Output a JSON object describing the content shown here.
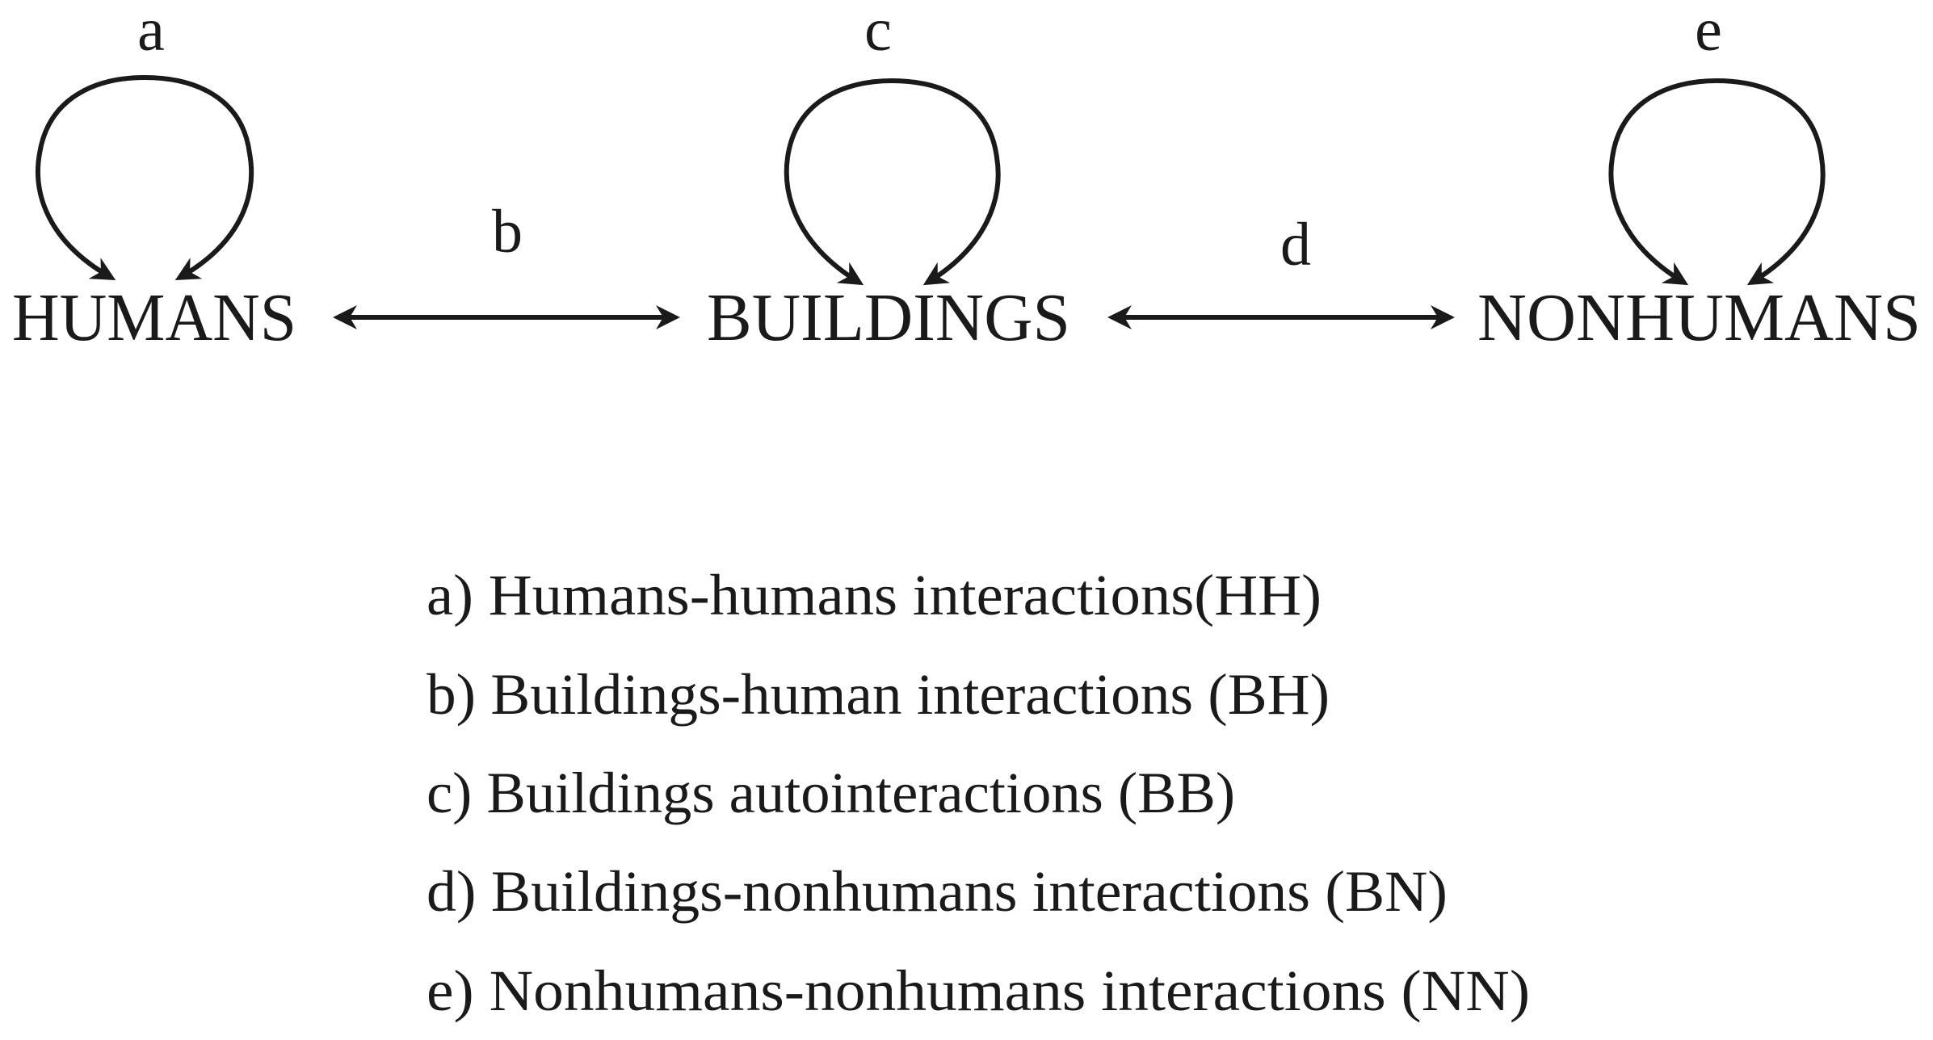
{
  "nodes": {
    "humans": "HUMANS",
    "buildings": "BUILDINGS",
    "nonhumans": "NONHUMANS"
  },
  "edge_labels": {
    "a": "a",
    "b": "b",
    "c": "c",
    "d": "d",
    "e": "e"
  },
  "legend": [
    "a) Humans-humans interactions(HH)",
    "b) Buildings-human interactions (BH)",
    "c) Buildings autointeractions (BB)",
    "d) Buildings-nonhumans interactions (BN)",
    "e) Nonhumans-nonhumans interactions (NN)"
  ],
  "colors": {
    "ink": "#1a1a1a",
    "background": "#ffffff"
  }
}
